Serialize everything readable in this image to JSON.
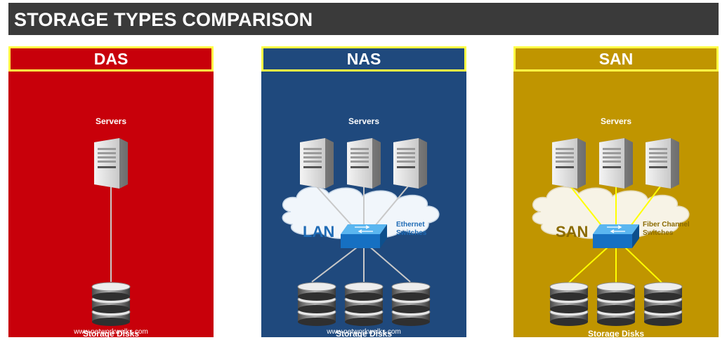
{
  "banner": {
    "title": "STORAGE TYPES COMPARISON"
  },
  "colors": {
    "banner_bg": "#3a3a3a",
    "das": "#c8000a",
    "nas": "#1f497d",
    "san": "#c09500",
    "header_border": "#ffff44",
    "san_link": "#ffff00",
    "nas_link": "#c0c0c0"
  },
  "panels": {
    "das": {
      "title": "DAS",
      "servers_label": "Servers",
      "disks_label": "Storage Disks",
      "footer": "www.networkwalks.com",
      "server_count": 1,
      "disk_count": 1
    },
    "nas": {
      "title": "NAS",
      "servers_label": "Servers",
      "disks_label": "Storage Disks",
      "footer": "www.networkwalks.com",
      "network_label": "LAN",
      "switch_label": "Ethernet Switches",
      "server_count": 3,
      "disk_count": 3
    },
    "san": {
      "title": "SAN",
      "servers_label": "Servers",
      "disks_label": "Storage Disks",
      "network_label": "SAN",
      "switch_label": "Fiber Channel Switches",
      "server_count": 3,
      "disk_count": 3
    }
  },
  "icons": [
    "server-icon",
    "storage-disk-icon",
    "network-switch-icon",
    "cloud-icon"
  ]
}
